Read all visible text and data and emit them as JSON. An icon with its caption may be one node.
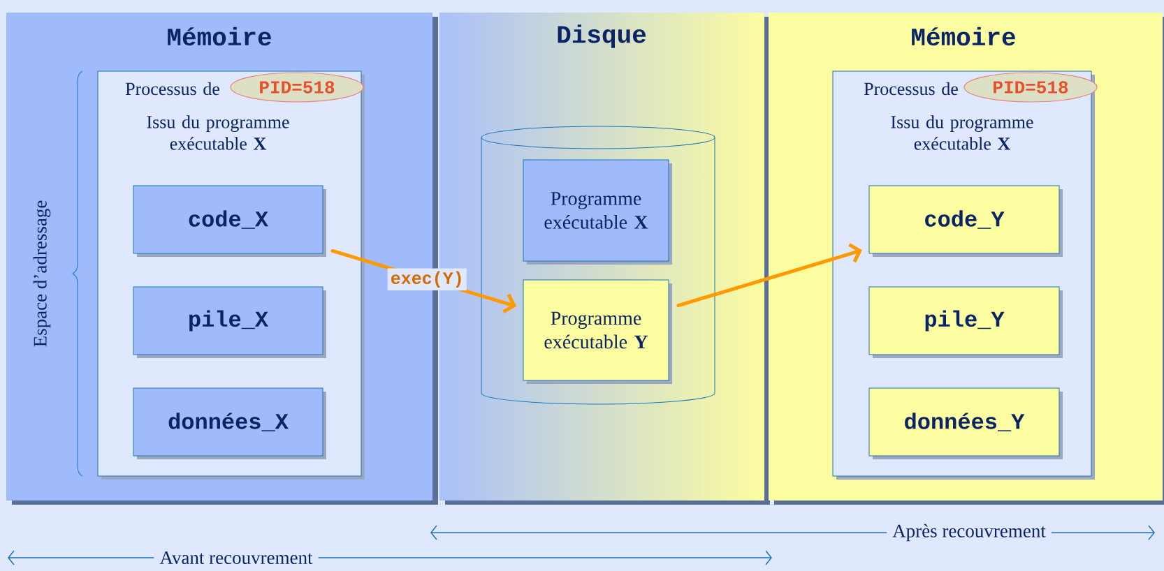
{
  "diagram": {
    "nodes": [
      {
        "text": [
          "Mémoire"
        ]
      },
      {
        "text": [
          "Processus de",
          "Issu du programme exécutable **X**"
        ],
        "in": 0
      },
      {
        "text": [
          "PID=518"
        ],
        "in": 1
      },
      {
        "text": [
          "code_X"
        ],
        "in": 1
      },
      {
        "text": [
          "pile_X"
        ],
        "in": 1
      },
      {
        "text": [
          "données_X"
        ],
        "in": 1
      },
      {
        "text": [
          "Disque"
        ]
      },
      {
        "text": [],
        "shape": "cylinder",
        "in": 6
      },
      {
        "text": [
          "Programme exécutable **X**"
        ],
        "in": 7
      },
      {
        "text": [
          "Programme exécutable **Y**"
        ],
        "in": 7
      },
      {
        "text": [
          "Mémoire"
        ]
      },
      {
        "text": [
          "Processus de",
          "Issu du programme exécutable **X**"
        ],
        "in": 10
      },
      {
        "text": [
          "PID=518"
        ],
        "in": 11
      },
      {
        "text": [
          "code_Y"
        ],
        "in": 11
      },
      {
        "text": [
          "pile_Y"
        ],
        "in": 11
      },
      {
        "text": [
          "données_Y"
        ],
        "in": 11
      }
    ],
    "edges": [
      {
        "from": 3,
        "to": 9,
        "arrow": "to",
        "label": "exec(Y)"
      },
      {
        "from": 9,
        "to": 13,
        "arrow": "to"
      }
    ],
    "labels": [
      "Espace d’adressage",
      "Après recouvrement",
      "Avant recouvrement"
    ]
  }
}
